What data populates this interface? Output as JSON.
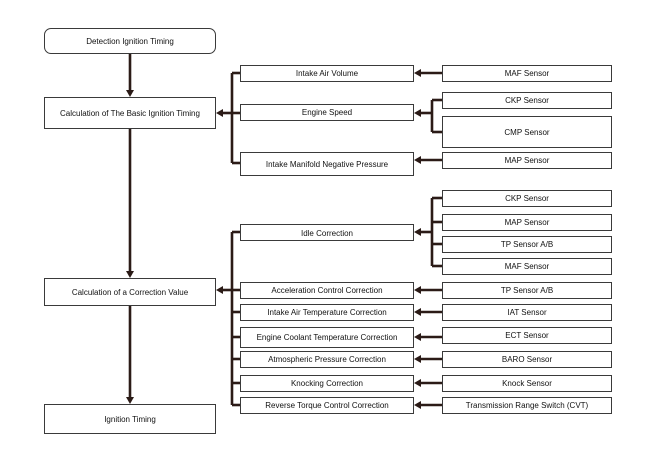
{
  "main_flow": {
    "detection": "Detection Ignition Timing",
    "basic": "Calculation of The Basic Ignition Timing",
    "correction": "Calculation of a Correction Value",
    "result": "Ignition Timing"
  },
  "basic_inputs": {
    "intake_air_volume": "Intake Air Volume",
    "engine_speed": "Engine Speed",
    "manifold_pressure": "Intake Manifold Negative Pressure"
  },
  "basic_sensors": {
    "maf": "MAF Sensor",
    "ckp": "CKP Sensor",
    "cmp": "CMP Sensor",
    "map": "MAP Sensor"
  },
  "corrections": {
    "idle": "Idle Correction",
    "acceleration": "Acceleration Control Correction",
    "intake_air_temp": "Intake Air Temperature Correction",
    "coolant_temp": "Engine Coolant Temperature Correction",
    "atmospheric": "Atmospheric Pressure Correction",
    "knocking": "Knocking Correction",
    "reverse_torque": "Reverse Torque Control Correction"
  },
  "correction_sensors": {
    "idle_ckp": "CKP Sensor",
    "idle_map": "MAP Sensor",
    "idle_tp": "TP Sensor A/B",
    "idle_maf": "MAF Sensor",
    "accel_tp": "TP Sensor A/B",
    "iat": "IAT Sensor",
    "ect": "ECT Sensor",
    "baro": "BARO Sensor",
    "knock": "Knock Sensor",
    "trs": "Transmission Range Switch (CVT)"
  },
  "colors": {
    "line": "#2b1b17",
    "border": "#3a3a3a",
    "text": "#111111"
  }
}
